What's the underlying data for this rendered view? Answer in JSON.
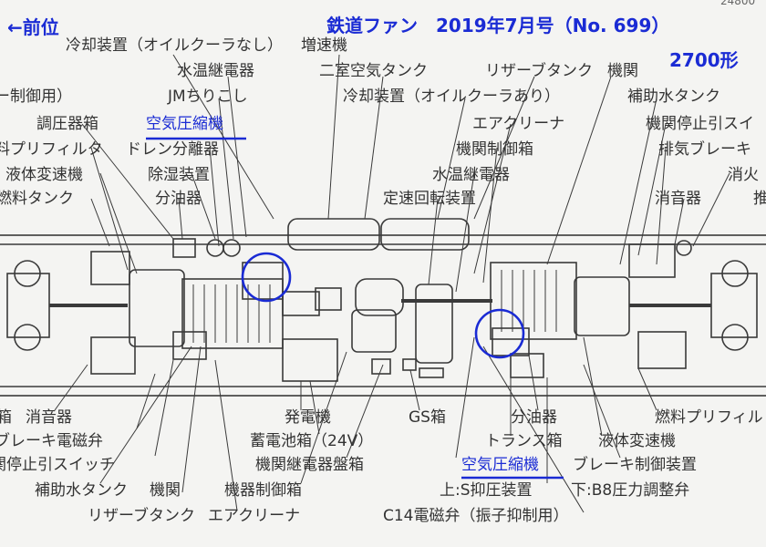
{
  "header": {
    "front_label": "←前位",
    "magazine": "鉄道ファン　2019年7月号（No. 699）",
    "model": "2700形",
    "corner_fragment": "24800"
  },
  "labels_top": [
    "冷却装置（オイルクーラなし）",
    "増速機",
    "水温継電器",
    "二室空気タンク",
    "リザーブタンク",
    "機関",
    "JMちりこし",
    "冷却装置（オイルクーラあり）",
    "補助水タンク",
    "ー制御用）",
    "調圧器箱",
    "空気圧縮機",
    "エアクリーナ",
    "機関停止引スイ",
    "料プリフィルタ",
    "ドレン分離器",
    "機関制御箱",
    "排気ブレーキ",
    "液体変速機",
    "除湿装置",
    "水温継電器",
    "消火",
    "燃料タンク",
    "分油器",
    "定速回転装置",
    "消音器",
    "推"
  ],
  "labels_bottom": [
    "箱",
    "消音器",
    "発電機",
    "GS箱",
    "分油器",
    "燃料プリフィル",
    "ブレーキ電磁弁",
    "蓄電池箱（24V）",
    "トランス箱",
    "液体変速機",
    "関停止引スイッチ",
    "機関継電器盤箱",
    "空気圧縮機",
    "ブレーキ制御装置",
    "補助水タンク",
    "機関",
    "機器制御箱",
    "上:S抑圧装置",
    "下:B8圧力調整弁",
    "リザーブタンク",
    "エアクリーナ",
    "C14電磁弁（振子抑制用）"
  ],
  "colors": {
    "highlight": "#1a2bd4",
    "line": "#3a3a3a",
    "paper": "#f4f4f2"
  }
}
